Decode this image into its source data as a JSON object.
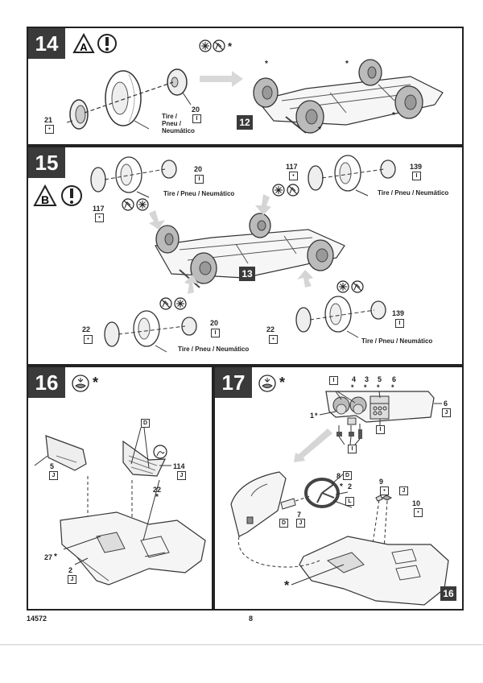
{
  "document": {
    "catalog_number": "14572",
    "page_number": "8"
  },
  "steps": [
    {
      "number": "14",
      "symbols": [
        "warning-triangle-A",
        "attention-exclamation"
      ],
      "glue_symbols": [
        "glue-icon",
        "no-glue-icon"
      ],
      "asterisk": "*",
      "parts": [
        {
          "number": "21",
          "sprue": "•"
        },
        {
          "number": "20",
          "sprue": "I"
        }
      ],
      "tire_label": "Tire /\nPneu /\nNeumático",
      "result_ref": "12",
      "stars": [
        "*",
        "*",
        "*",
        "*"
      ]
    },
    {
      "number": "15",
      "symbols": [
        "warning-triangle-B",
        "attention-exclamation"
      ],
      "groups": [
        {
          "position": "front-left",
          "parts": [
            {
              "number": "117",
              "sprue": "•"
            },
            {
              "number": "20",
              "sprue": "I"
            }
          ],
          "tire_label": "Tire / Pneu / Neumático"
        },
        {
          "position": "front-right",
          "parts": [
            {
              "number": "117",
              "sprue": "•"
            },
            {
              "number": "139",
              "sprue": "I"
            }
          ],
          "tire_label": "Tire / Pneu / Neumático"
        },
        {
          "position": "rear-left",
          "parts": [
            {
              "number": "22",
              "sprue": "•"
            },
            {
              "number": "20",
              "sprue": "I"
            }
          ],
          "tire_label": "Tire / Pneu / Neumático"
        },
        {
          "position": "rear-right",
          "parts": [
            {
              "number": "22",
              "sprue": "•"
            },
            {
              "number": "139",
              "sprue": "I"
            }
          ],
          "tire_label": "Tire / Pneu / Neumático"
        }
      ],
      "result_ref": "13"
    },
    {
      "number": "16",
      "paint_symbol": "paint-icon",
      "asterisk": "*",
      "parts": [
        {
          "number": "5",
          "sprue": "J"
        },
        {
          "number": "114",
          "sprue": "J"
        },
        {
          "number": "22",
          "sprue": "*"
        },
        {
          "number": "27",
          "sprue": "*"
        },
        {
          "number": "2",
          "sprue": "J"
        }
      ],
      "detail_sprue": "D"
    },
    {
      "number": "17",
      "paint_symbol": "paint-icon",
      "asterisk": "*",
      "dash_parts": [
        {
          "number": "1",
          "mark": "*"
        },
        {
          "number": "4",
          "mark": "*"
        },
        {
          "number": "3",
          "mark": "*"
        },
        {
          "number": "5",
          "mark": "*"
        },
        {
          "number": "6",
          "mark": "*"
        },
        {
          "number": "6",
          "sprue": "J"
        }
      ],
      "sprue_I": "I",
      "parts": [
        {
          "number": "8",
          "sprue": "D"
        },
        {
          "number": "2",
          "mark": "*"
        },
        {
          "number": "",
          "sprue": "L"
        },
        {
          "number": "7",
          "sprue": "J"
        },
        {
          "number": "",
          "sprue": "D"
        },
        {
          "number": "9",
          "sprue": "•"
        },
        {
          "number": "",
          "sprue": "J"
        },
        {
          "number": "10",
          "sprue": "•"
        }
      ],
      "result_ref": "16",
      "asterisk_note": "*"
    }
  ]
}
